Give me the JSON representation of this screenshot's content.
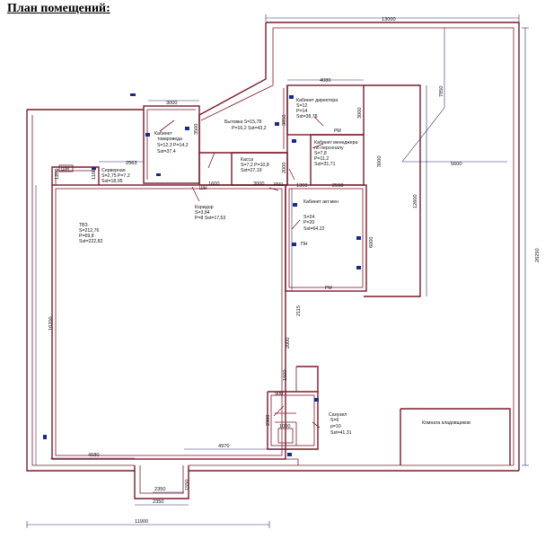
{
  "title": "План помещений:",
  "rooms": [
    {
      "id": "tvz",
      "lines": [
        "ТВЗ",
        "S=212,76",
        "P=69,8",
        "Sst=222,82"
      ]
    },
    {
      "id": "kab-tovaroveda",
      "lines": [
        "Кабинет",
        "товароведа",
        "S=12,3  P=14,2",
        "Sst=37,4"
      ]
    },
    {
      "id": "bytovka",
      "lines": [
        "Бытовка  S=15,78",
        "P=16,2  Sst=43,2"
      ]
    },
    {
      "id": "kab-direktora",
      "lines": [
        "Кабинет директора",
        "S=12",
        "P=14",
        "Sst=38,78"
      ]
    },
    {
      "id": "kab-menedzhera",
      "lines": [
        "Кабинет менеджера",
        "по персоналу",
        "S=7,8",
        "P=11,2",
        "Sst=31,71"
      ]
    },
    {
      "id": "kassa",
      "lines": [
        "Касса",
        "S=7,2  P=10,8",
        "Sst=27,19"
      ]
    },
    {
      "id": "servernaya",
      "lines": [
        "Серверная",
        "S=2,75  P=7,2",
        "Sst=18,95"
      ]
    },
    {
      "id": "koridor",
      "lines": [
        "Коридор",
        "S=3,84",
        "P=8  Sst=17,53"
      ]
    },
    {
      "id": "kab-akt",
      "lines": [
        "Кабинет акт.мен",
        "S=24",
        "P=20",
        "Sst=64,22"
      ]
    },
    {
      "id": "sanuzel",
      "lines": [
        "Санузел",
        "S=6",
        "p=10",
        "Sst=41,31"
      ]
    },
    {
      "id": "komnata",
      "lines": [
        "Комната кладовщиков"
      ]
    }
  ],
  "dimensions": {
    "d13000": "13000",
    "d7850": "7850",
    "d4080": "4080",
    "d3000a": "3000",
    "d3850": "3850",
    "d3000b": "3000",
    "d5600": "5600",
    "d3000c": "3000",
    "d12600": "12600",
    "d26250": "26250",
    "d2563": "2563",
    "d1200": "1200",
    "d1100": "1100",
    "d3500": "3500",
    "d2000a": "2000",
    "d1600": "1600",
    "d3000d": "3000",
    "d1300": "1300",
    "d2598": "2598",
    "d6000": "6000",
    "d16200": "16200",
    "d2115": "2115",
    "d2000b": "2000",
    "d1500": "1500",
    "d900": "900",
    "d1000": "1000",
    "d2300": "2300",
    "d4680": "4680",
    "d4970": "4970",
    "d2350a": "2350",
    "d1550": "1550",
    "d2350b": "2350",
    "d11900": "11900"
  },
  "tags": {
    "pm": "РМ",
    "pm1": "РМ1",
    "shm": "ШМ",
    "shn": "ШН",
    "pn": "ПН"
  }
}
